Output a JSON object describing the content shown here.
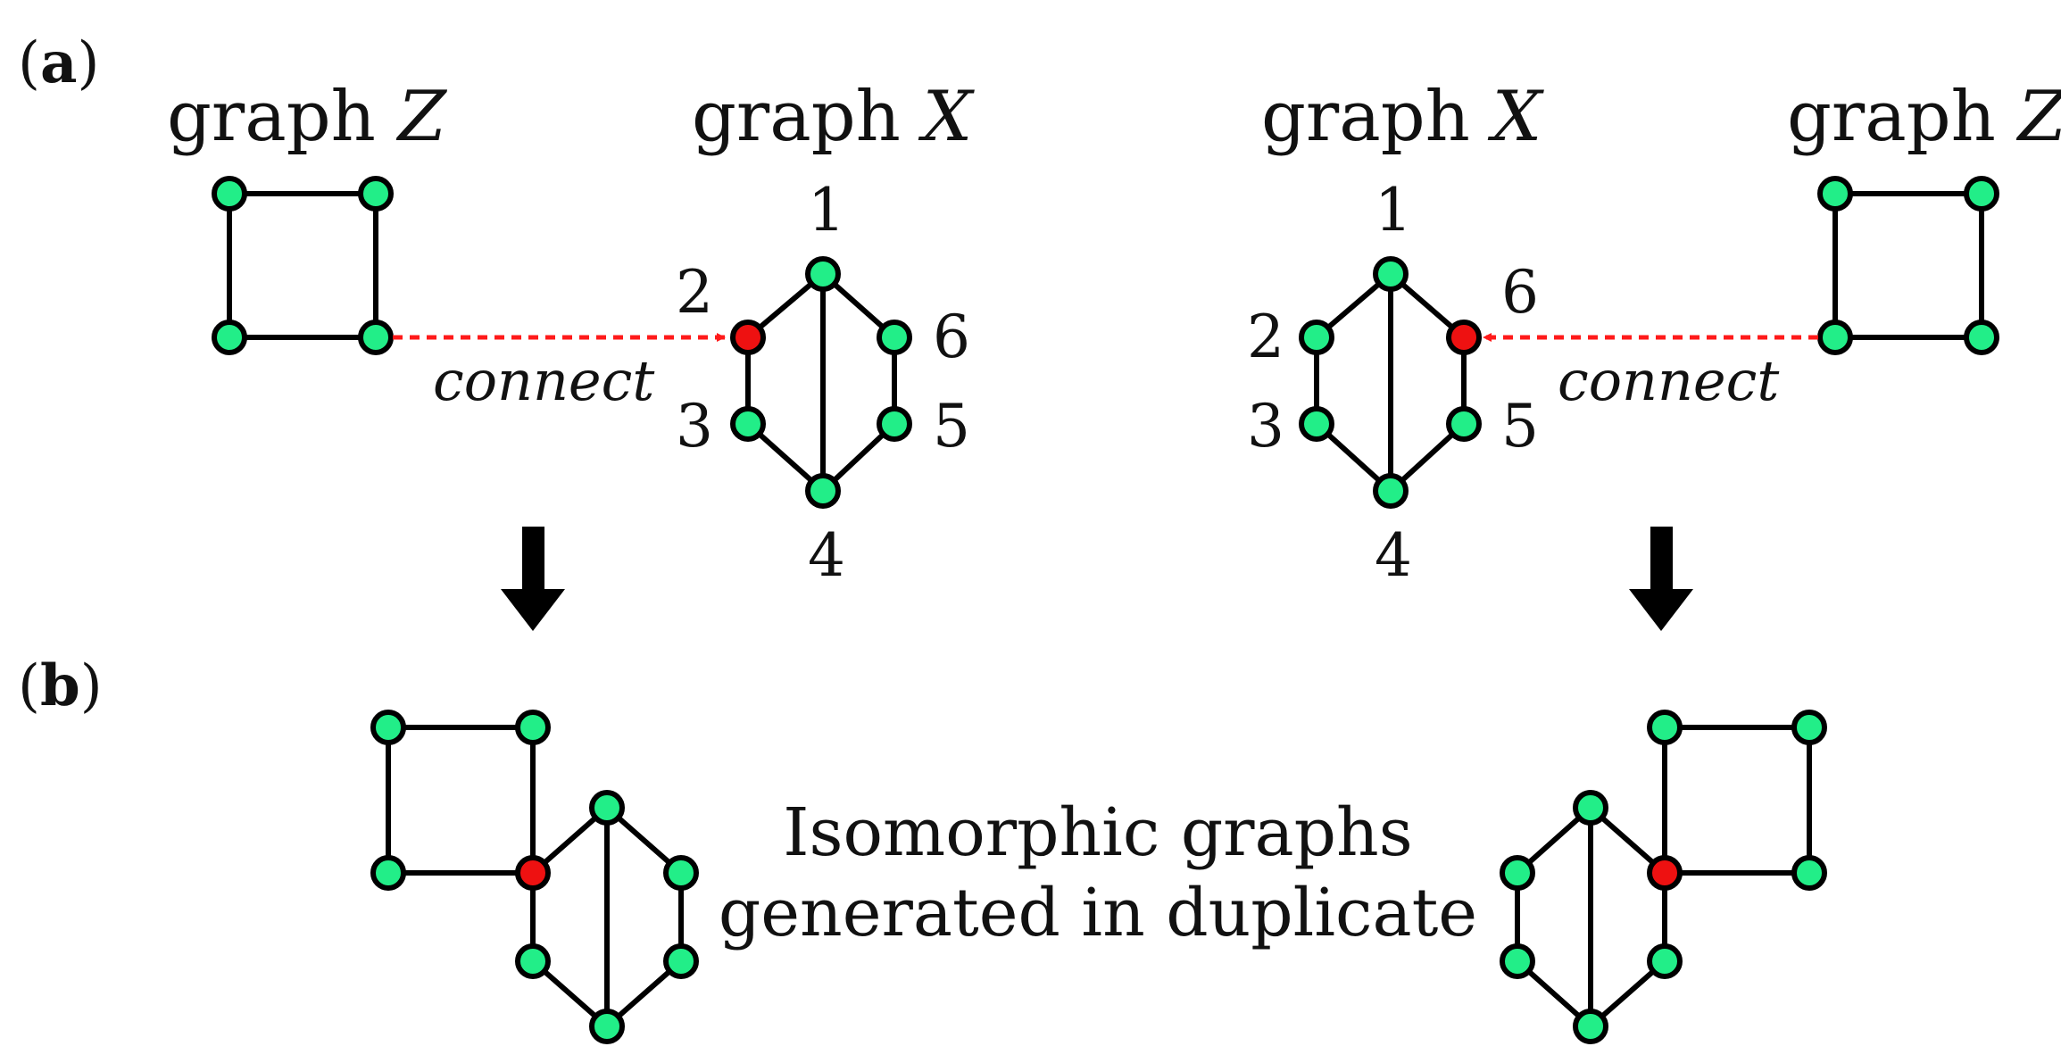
{
  "panels": {
    "a": {
      "open": "(",
      "letter": "a",
      "close": ")"
    },
    "b": {
      "open": "(",
      "letter": "b",
      "close": ")"
    }
  },
  "left_setup": {
    "title_z": {
      "word": "graph ",
      "var": "Z"
    },
    "title_x": {
      "word": "graph ",
      "var": "X"
    },
    "connect_label": "connect",
    "highlighted_label": "2",
    "node_labels": [
      "1",
      "3",
      "4",
      "5",
      "6"
    ]
  },
  "right_setup": {
    "title_x": {
      "word": "graph ",
      "var": "X"
    },
    "title_z": {
      "word": "graph ",
      "var": "Z"
    },
    "connect_label": "connect",
    "highlighted_label": "6",
    "node_labels": [
      "1",
      "2",
      "3",
      "4",
      "5"
    ]
  },
  "caption": {
    "line1": "Isomorphic graphs",
    "line2": "generated in duplicate"
  },
  "colors": {
    "node_fill": "#22ee88",
    "highlight_fill": "#ee1111",
    "arrow": "#ff1a1a",
    "edge": "#000000"
  }
}
